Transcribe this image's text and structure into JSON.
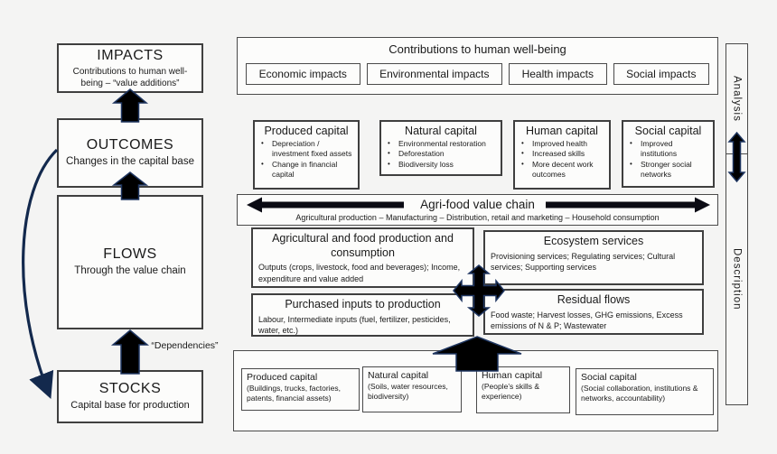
{
  "left_column": {
    "impacts": {
      "title": "IMPACTS",
      "subtitle": "Contributions to human well-being – “value additions”"
    },
    "outcomes": {
      "title": "OUTCOMES",
      "subtitle": "Changes in the capital base"
    },
    "flows": {
      "title": "FLOWS",
      "subtitle": "Through the value chain"
    },
    "stocks": {
      "title": "STOCKS",
      "subtitle": "Capital base for production"
    },
    "dependencies_label": "“Dependencies”"
  },
  "wellbeing": {
    "title": "Contributions to human well-being",
    "impacts": [
      "Economic impacts",
      "Environmental impacts",
      "Health impacts",
      "Social impacts"
    ]
  },
  "capitals_outcomes": [
    {
      "title": "Produced capital",
      "bullets": [
        "Depreciation / investment fixed assets",
        "Change in financial capital"
      ]
    },
    {
      "title": "Natural capital",
      "bullets": [
        "Environmental restoration",
        "Deforestation",
        "Biodiversity loss"
      ]
    },
    {
      "title": "Human capital",
      "bullets": [
        "Improved health",
        "Increased skills",
        "More decent work outcomes"
      ]
    },
    {
      "title": "Social capital",
      "bullets": [
        "Improved institutions",
        "Stronger social networks"
      ]
    }
  ],
  "value_chain": {
    "title": "Agri-food value chain",
    "subtitle": "Agricultural production – Manufacturing – Distribution,  retail and marketing – Household consumption"
  },
  "flow_grid": {
    "production": {
      "title": "Agricultural and food production and consumption",
      "body": "Outputs (crops, livestock, food and beverages); Income, expenditure  and value added"
    },
    "ecosystem": {
      "title": "Ecosystem services",
      "body": "Provisioning services; Regulating services; Cultural services; Supporting services"
    },
    "inputs": {
      "title": "Purchased inputs to production",
      "body": "Labour, Intermediate inputs (fuel, fertilizer, pesticides, water, etc.)"
    },
    "residual": {
      "title": "Residual flows",
      "body": "Food waste; Harvest losses, GHG emissions, Excess emissions of N & P; Wastewater"
    }
  },
  "capitals_stocks": [
    {
      "title": "Produced capital",
      "body": "(Buildings, trucks, factories, patents, financial assets)"
    },
    {
      "title": "Natural capital",
      "body": "(Soils, water resources, biodiversity)"
    },
    {
      "title": "Human capital",
      "body": "(People’s skills & experience)"
    },
    {
      "title": "Social capital",
      "body": "(Social collaboration, institutions & networks, accountability)"
    }
  ],
  "sidebar": {
    "analysis": "Analysis",
    "description": "Description"
  },
  "colors": {
    "background": "#f4f4f3",
    "box_bg": "#fcfcfb",
    "border": "#4a4a4a",
    "text": "#1a1a1a",
    "arrow_fill": "#000000",
    "arrow_outline": "#1e3560"
  }
}
